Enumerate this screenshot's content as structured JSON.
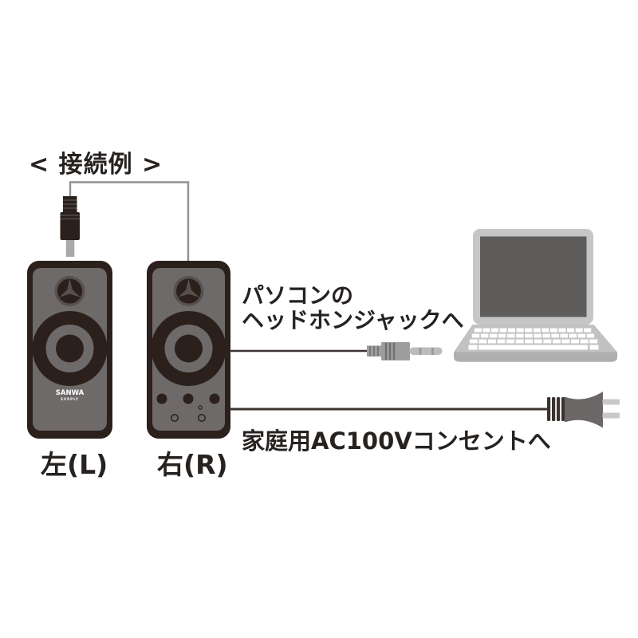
{
  "title": "< 接続例 >",
  "speakers": {
    "left_label": "左(L)",
    "right_label": "右(R)",
    "brand": "SANWA",
    "brand_sub": "SUPPLY"
  },
  "annotations": {
    "headphone_line1": "パソコンの",
    "headphone_line2": "ヘッドホンジャックへ",
    "power": "家庭用AC100Vコンセントへ"
  },
  "colors": {
    "background": "#ffffff",
    "ink": "#262220",
    "speaker_body": "#2b201b",
    "speaker_panel": "#6d6a69",
    "tweeter_ring": "#56514f",
    "cable_gray": "#919191",
    "cable_dark": "#3b3330",
    "plug_gray": "#9d9d9d",
    "plug_ridge": "#6f6f6f",
    "plug_tip": "#bcbcbc",
    "link_plug_tip": "#a9a9a9",
    "laptop_body": "#c6c6c6",
    "laptop_deck": "#c2c2c2",
    "laptop_skirt": "#afafaf",
    "laptop_screen": "#5f5c5c",
    "key_white": "#ffffff",
    "ac_plug_body": "#6b6766",
    "ac_prong": "#c8c8c8"
  }
}
